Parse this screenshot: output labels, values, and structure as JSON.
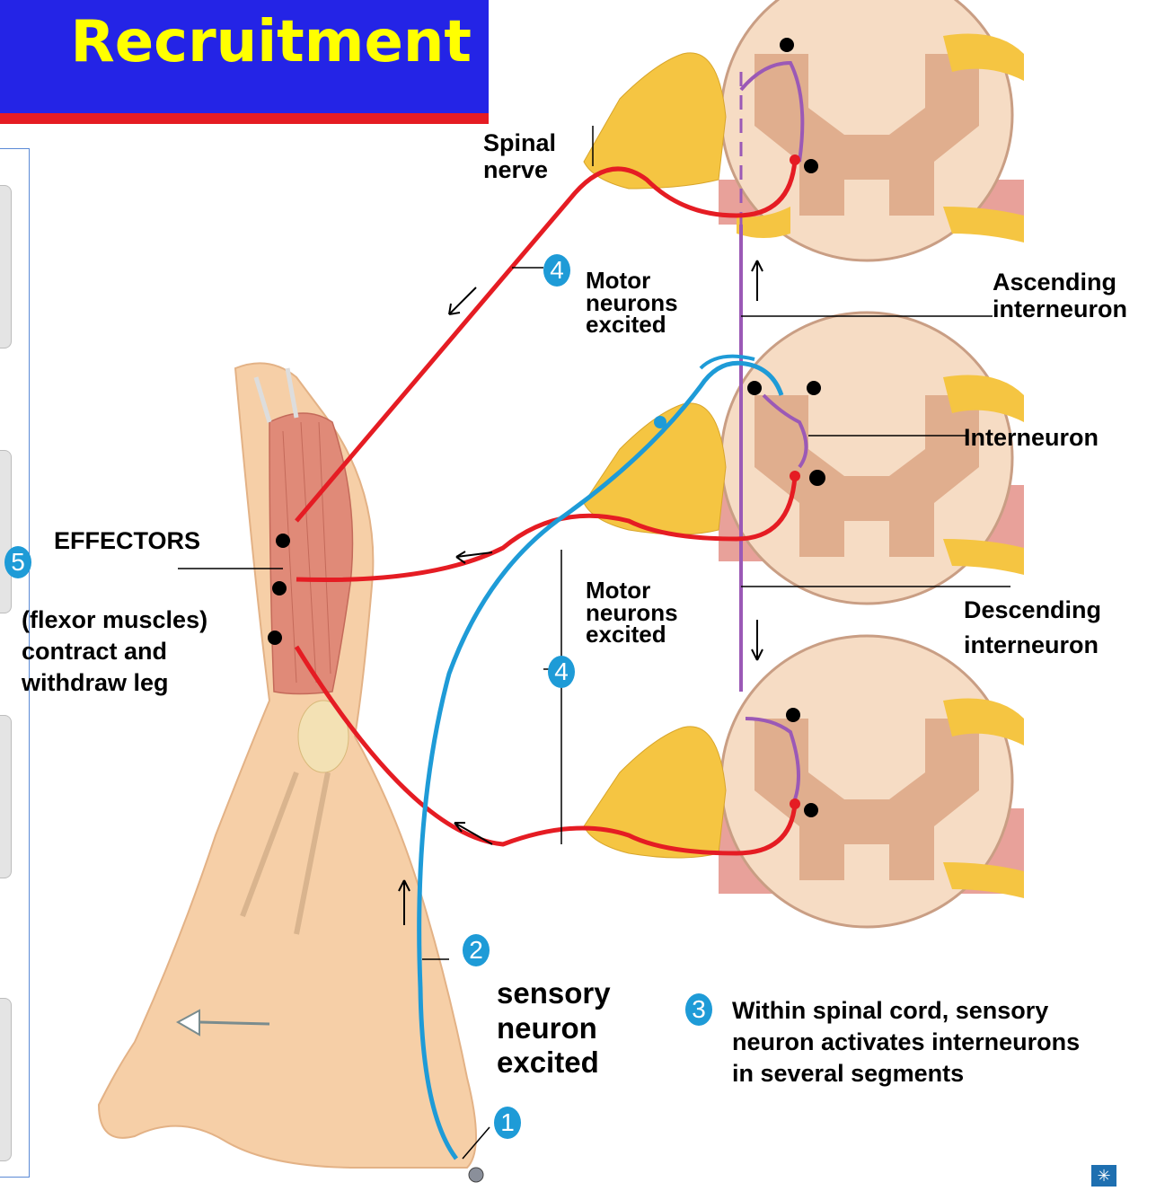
{
  "title": "Recruitment",
  "labels": {
    "spinal_nerve": "Spinal\nnerve",
    "motor_top": "Motor\nneurons\nexcited",
    "ascending": "Ascending\ninterneuron",
    "interneuron": "Interneuron",
    "effectors": "EFFECTORS",
    "flexor": "(flexor muscles)\ncontract and\nwithdraw leg",
    "motor_mid": "Motor\nneurons\nexcited",
    "descending": "Descending\ninterneuron",
    "sensory": "sensory\nneuron\nexcited",
    "within": "Within spinal cord, sensory\nneuron activates interneurons\nin several segments"
  },
  "steps": {
    "s1": "1",
    "s2": "2",
    "s3": "3",
    "s4a": "4",
    "s4b": "4",
    "s5": "5"
  },
  "colors": {
    "title_bg": "#2424e6",
    "title_text": "#ffff00",
    "title_rule": "#e51c23",
    "motor_neuron": "#e51c23",
    "sensory_neuron": "#1e9bd7",
    "interneuron": "#9b59b6",
    "nerve": "#f5c542",
    "cord_white": "#f6dcc4",
    "cord_gray": "#e0ae8e",
    "muscle": "#e08a78",
    "skin": "#f6cfa7"
  },
  "icons": [
    "plus-sign-icon",
    "inhibit-dot-icon",
    "arrow-icon",
    "logo-icon"
  ]
}
